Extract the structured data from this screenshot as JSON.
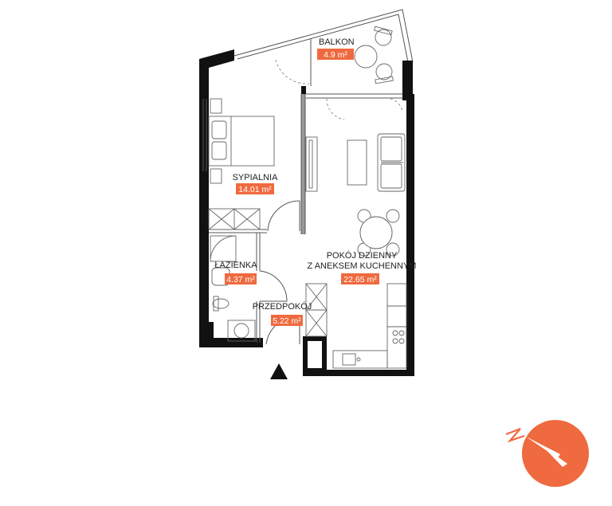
{
  "rooms": [
    {
      "id": "balkon",
      "name": "BALKON",
      "area": "4.9 m²"
    },
    {
      "id": "sypialnia",
      "name": "SYPIALNIA",
      "area": "14.01 m²"
    },
    {
      "id": "lazienka",
      "name": "ŁAZIENKA",
      "area": "4.37 m²"
    },
    {
      "id": "przedpokoj",
      "name": "PRZEDPOKÓJ",
      "area": "5.22 m²"
    },
    {
      "id": "pokoj",
      "name_line1": "POKÓJ DZIENNY",
      "name_line2": "Z ANEKSEM KUCHENNYM",
      "area": "22.65 m²"
    }
  ],
  "colors": {
    "accent": "#ef6a3f",
    "wall": "#111111",
    "line": "#555555"
  },
  "icons": [
    "entrance-arrow-icon",
    "compass-icon",
    "north-indicator-icon"
  ]
}
